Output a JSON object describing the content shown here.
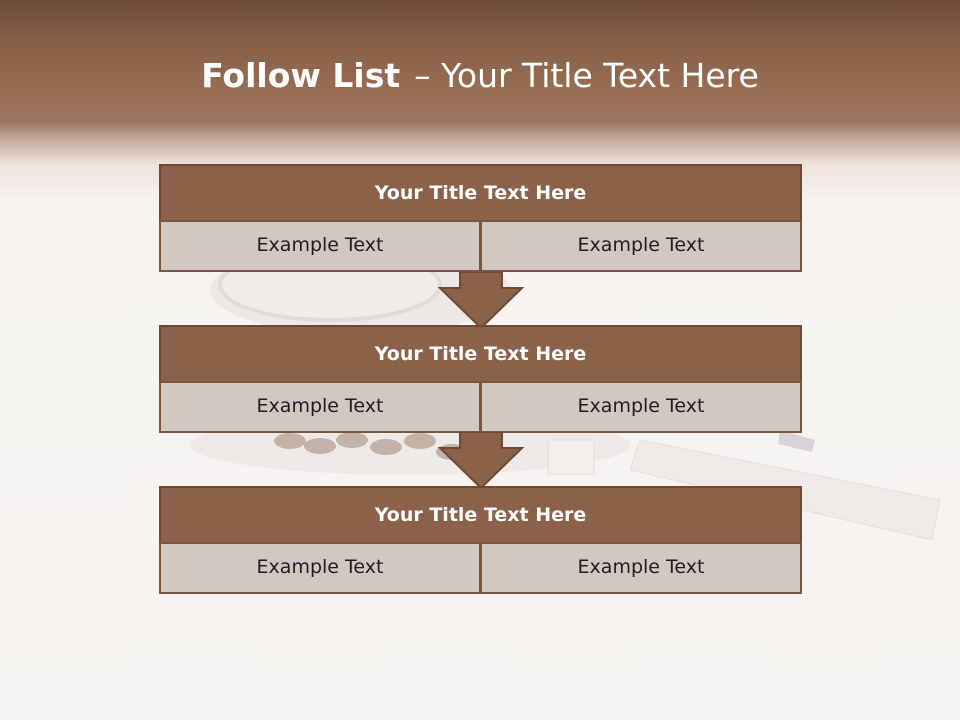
{
  "slide": {
    "title_bold": "Follow List",
    "title_sep": "–",
    "title_rest": "Your Title Text Here"
  },
  "blocks": [
    {
      "title": "Your Title Text Here",
      "left": "Example Text",
      "right": "Example Text"
    },
    {
      "title": "Your Title Text Here",
      "left": "Example Text",
      "right": "Example Text"
    },
    {
      "title": "Your Title Text Here",
      "left": "Example Text",
      "right": "Example Text"
    }
  ],
  "colors": {
    "header_brown": "#8c614a",
    "cell_beige": "#d2c7c1",
    "border_brown": "#6e4a36",
    "title_text": "#ffffff"
  }
}
